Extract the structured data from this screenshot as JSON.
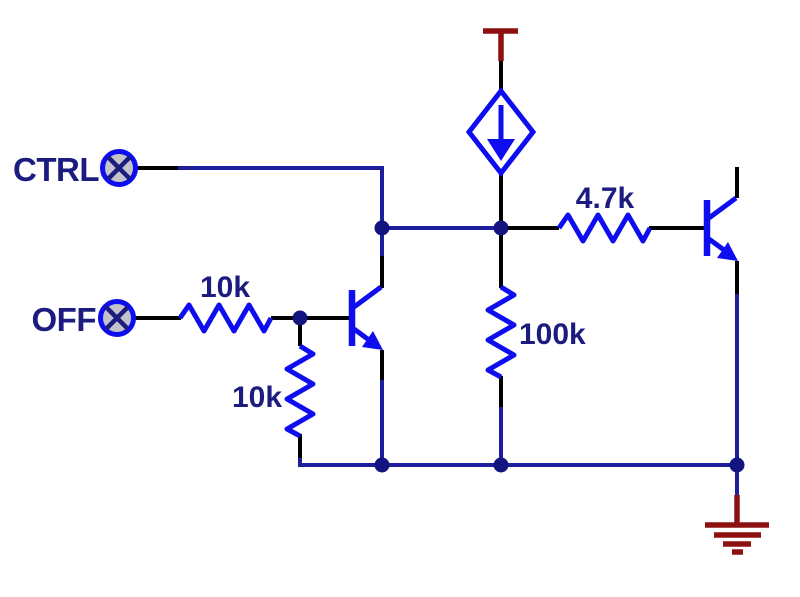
{
  "schematic": {
    "kind": "transistor power-switch circuit diagram",
    "labels": {
      "ctrl_terminal": "CTRL",
      "off_terminal": "OFF",
      "r_base": "10k",
      "r_base_pulldown": "10k",
      "r_pulldown": "100k",
      "r_output": "4.7k"
    },
    "icons": {
      "terminal": "circle-x-terminal-icon",
      "current_source": "current-source-arrow-down-icon",
      "power_rail": "power-rail-tbar-icon",
      "ground": "earth-ground-icon",
      "transistor": "npn-transistor-icon",
      "resistor": "zigzag-resistor-icon",
      "junction": "junction-dot-icon"
    }
  },
  "colors": {
    "background": "#ffffff",
    "component_blue": "#0d0df0",
    "wire_navy": "#1e1e9c",
    "junction_navy": "#141480",
    "label_navy": "#1b1b80",
    "power_red": "#8e1111",
    "lead_black": "#000000",
    "terminal_fill": "#c3c3cb"
  }
}
